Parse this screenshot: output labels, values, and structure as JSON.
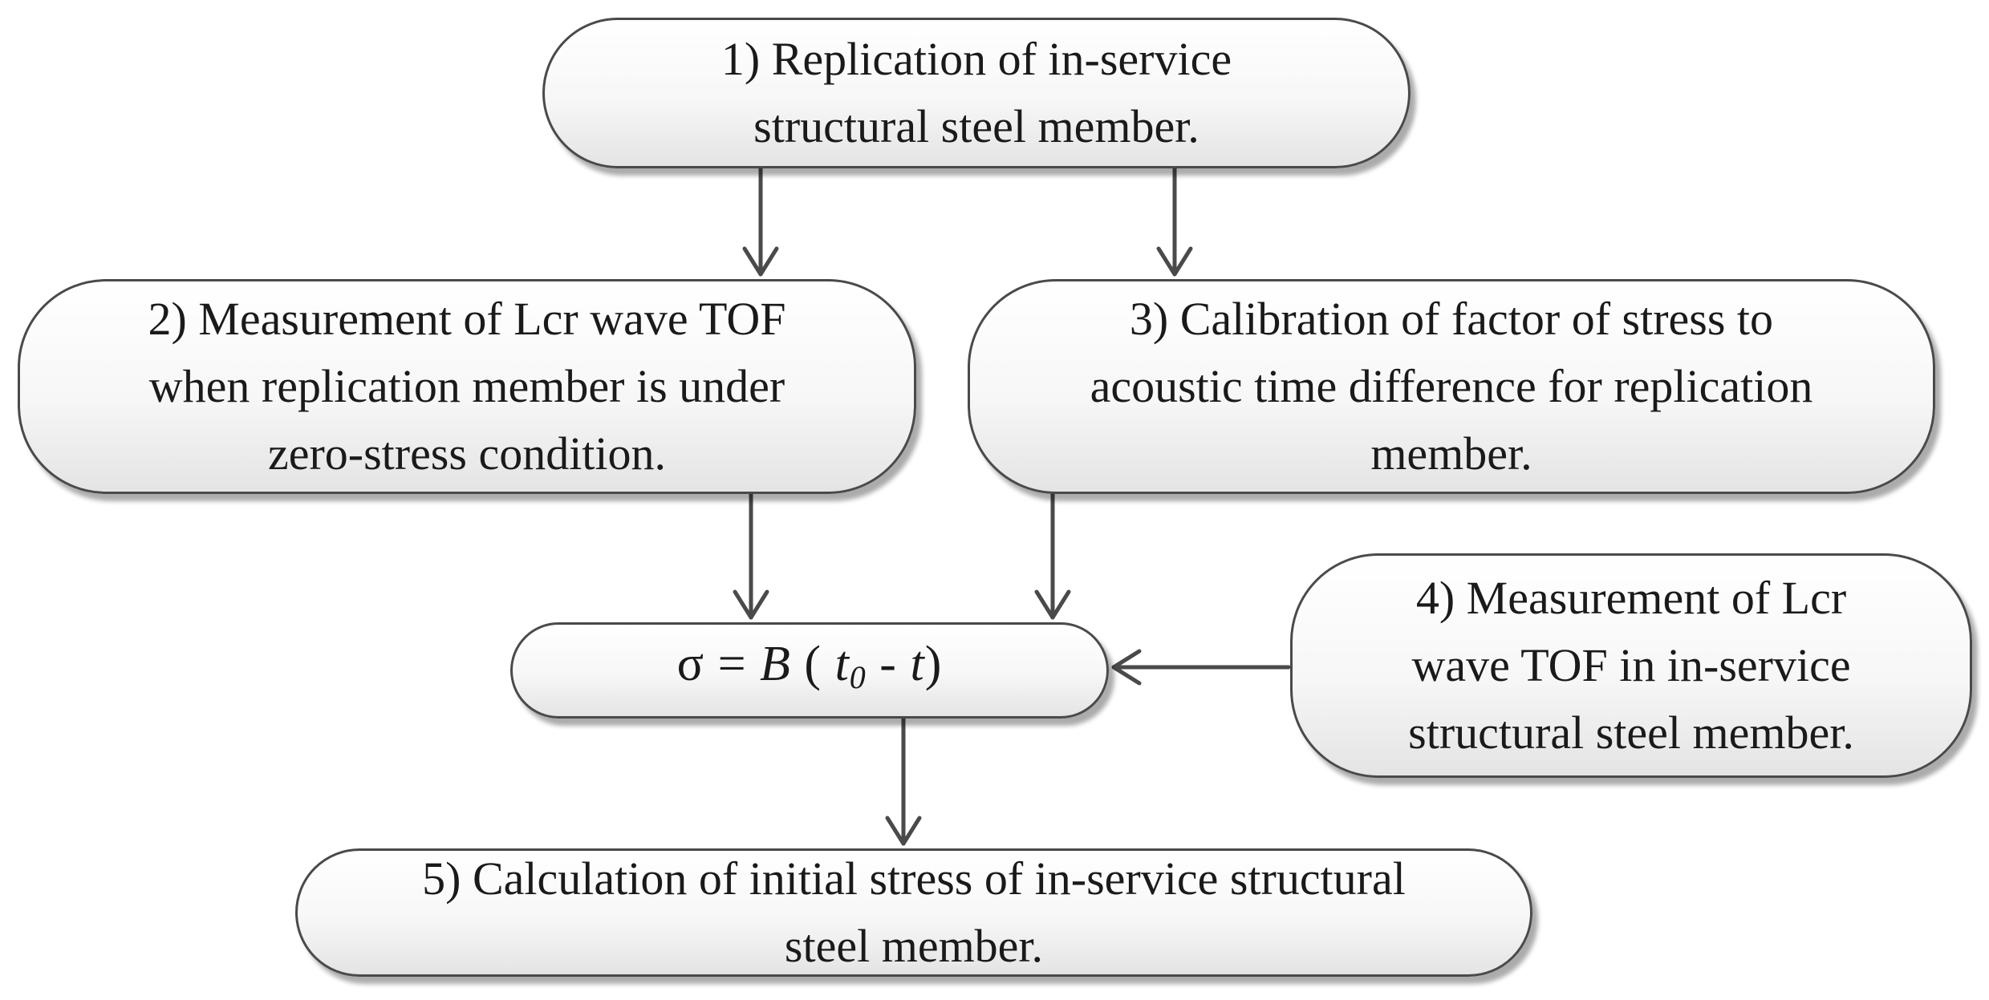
{
  "nodes": {
    "step1": {
      "lines": [
        "1) Replication of in-service",
        "structural steel member."
      ]
    },
    "step2": {
      "lines": [
        "2) Measurement of Lcr wave TOF",
        "when replication member is under",
        "zero-stress condition."
      ]
    },
    "step3": {
      "lines": [
        "3) Calibration of factor of stress to",
        "acoustic time difference for replication",
        "member."
      ]
    },
    "step4": {
      "lines": [
        "4) Measurement of Lcr",
        "wave TOF in in-service",
        "structural steel member."
      ]
    },
    "step5": {
      "lines": [
        "5) Calculation of initial stress of in-service structural",
        "steel member."
      ]
    },
    "formula": {
      "sigma": "σ",
      "equals": "=",
      "coef": "B",
      "open": "(",
      "t0_base": "t",
      "t0_sub": "0",
      "minus": "-",
      "t": "t",
      "close": ")"
    }
  },
  "edges": [
    {
      "from": "step1",
      "to": "step2"
    },
    {
      "from": "step1",
      "to": "step3"
    },
    {
      "from": "step2",
      "to": "formula"
    },
    {
      "from": "step3",
      "to": "formula"
    },
    {
      "from": "step4",
      "to": "formula"
    },
    {
      "from": "formula",
      "to": "step5"
    }
  ],
  "colors": {
    "stroke": "#4a4a4a",
    "box_fill_top": "#ffffff",
    "box_fill_bottom": "#e4e4e4",
    "text": "#1a1a1a"
  }
}
